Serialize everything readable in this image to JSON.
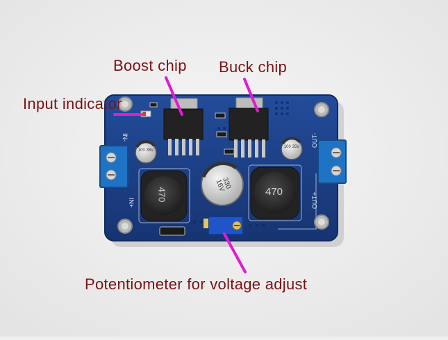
{
  "labels": {
    "boost": "Boost chip",
    "buck": "Buck chip",
    "input_indicator": "Input indicator",
    "potentiometer": "Potentiometer for voltage adjust"
  },
  "board_silkscreen": {
    "in_minus": "IN-",
    "in_plus": "IN+",
    "out_minus": "OUT-",
    "out_plus": "OUT+",
    "inductor_left": "470",
    "inductor_right": "470",
    "cap_small_left": "100 35V",
    "cap_small_right": "100 35V",
    "cap_big": "330 16V"
  },
  "colors": {
    "background": "#efefef",
    "label_text": "#7a1214",
    "arrow": "#e21ad4",
    "pcb": "#1c3f86",
    "terminal": "#1f73c4"
  }
}
